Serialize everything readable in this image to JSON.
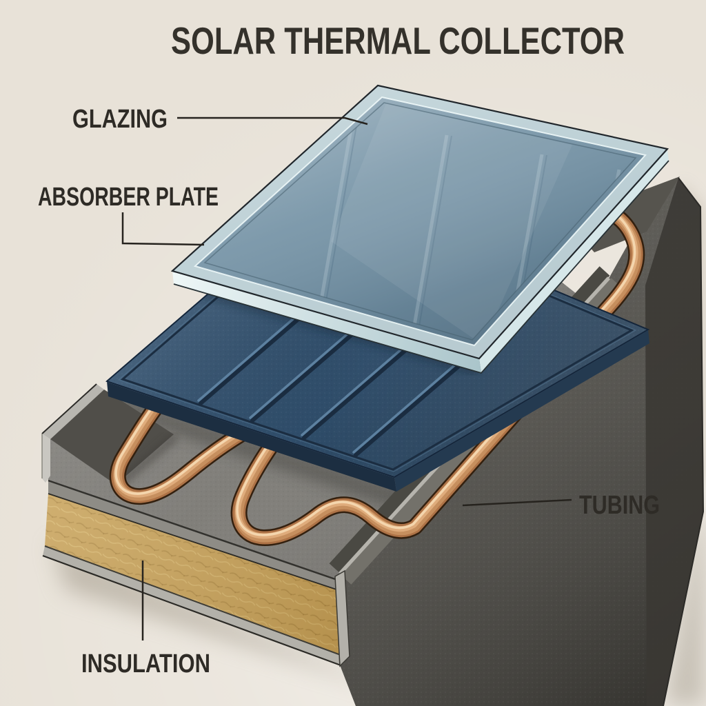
{
  "title": "SOLAR THERMAL COLLECTOR",
  "labels": {
    "glazing": "GLAZING",
    "absorber_plate": "ABSORBER PLATE",
    "tubing": "TUBING",
    "insulation": "INSULATION"
  },
  "colors": {
    "background": "#e8e2d8",
    "title_text": "#34312b",
    "label_text": "#2e2b26",
    "leader_line": "#26231e",
    "glass_face": "#7391a4",
    "glass_frost_band": "#cfe0e2",
    "glass_edge": "#d6e7e9",
    "absorber": "#31506e",
    "absorber_side": "#1c2e41",
    "copper": "#ad7246",
    "copper_highlight": "#dfac7c",
    "casing_gray": "#7d7b76",
    "casing_dark": "#4b4943",
    "rim_light": "#b6b4ad",
    "insulation": "#c7a158"
  }
}
